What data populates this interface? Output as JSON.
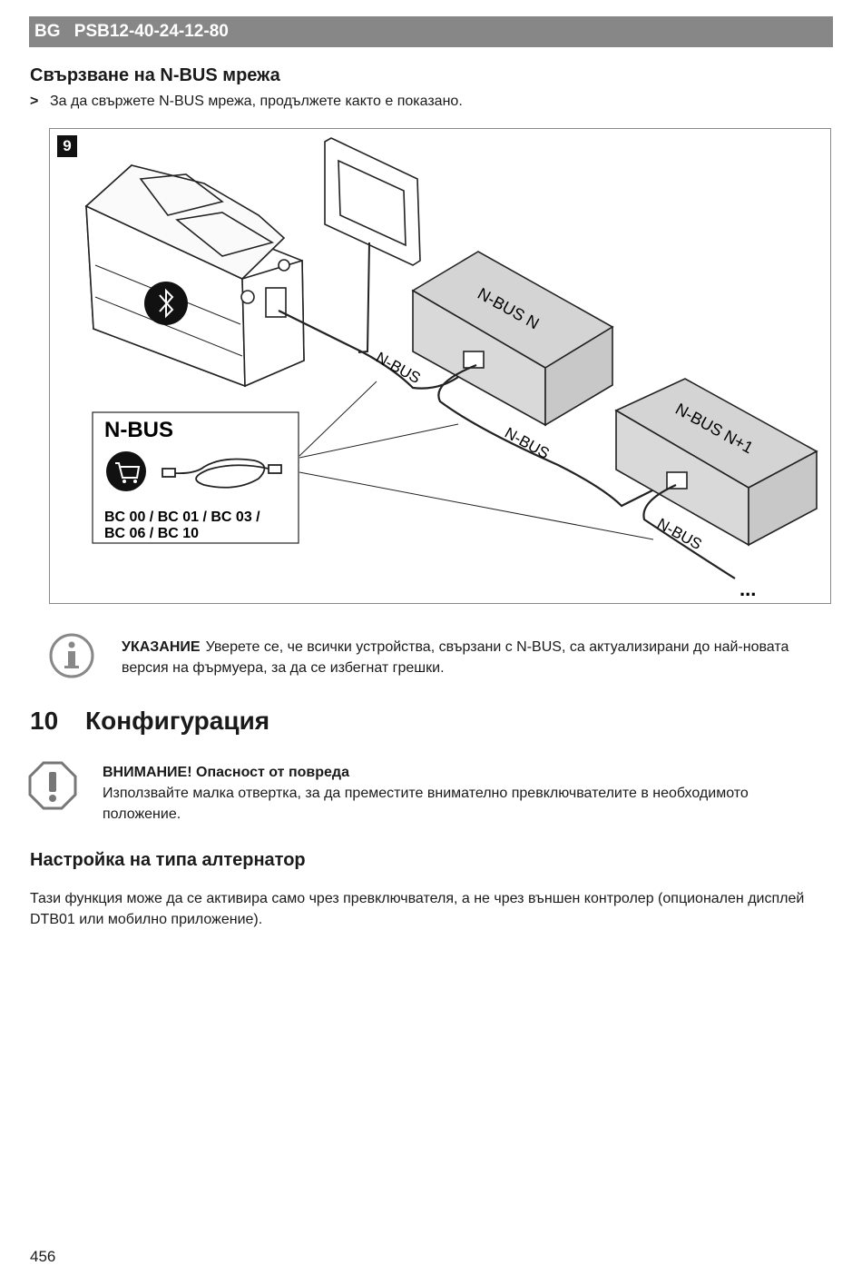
{
  "header": {
    "lang": "BG",
    "model": "PSB12-40-24-12-80"
  },
  "section1": {
    "title": "Свързване на N-BUS мрежа",
    "bullet_marker": ">",
    "bullet_text": "За да свържете N-BUS мрежа, продължете както е показано."
  },
  "figure": {
    "number": "9",
    "box_n": "N-BUS N",
    "box_n1": "N-BUS N+1",
    "cable_label_1": "N-BUS",
    "cable_label_2": "N-BUS",
    "cable_label_3": "N-BUS",
    "continuation": "...",
    "callout": {
      "title": "N-BUS",
      "accessories_line1": "BC 00 / BC 01 / BC 03 /",
      "accessories_line2": "BC 06 / BC 10"
    },
    "icons": [
      "bluetooth-icon",
      "shopping-cart-icon",
      "cable-icon",
      "battery",
      "display-panel"
    ]
  },
  "note": {
    "label": "УКАЗАНИЕ",
    "text": "Уверете се, че всички устройства, свързани с N-BUS, са актуализирани до най-новата версия на фърмуера, за да се избегнат грешки."
  },
  "chapter": {
    "number": "10",
    "title": "Конфигурация"
  },
  "warning": {
    "title": "ВНИМАНИЕ! Опасност от повреда",
    "text": "Използвайте малка отвертка, за да преместите внимателно превключвателите в необходимото положение."
  },
  "section2": {
    "title": "Настройка на типа алтернатор",
    "text": "Тази функция може да се активира само чрез превключвателя, а не чрез външен контролер (опционален дисплей DTB01 или мобилно приложение)."
  },
  "page_number": "456"
}
